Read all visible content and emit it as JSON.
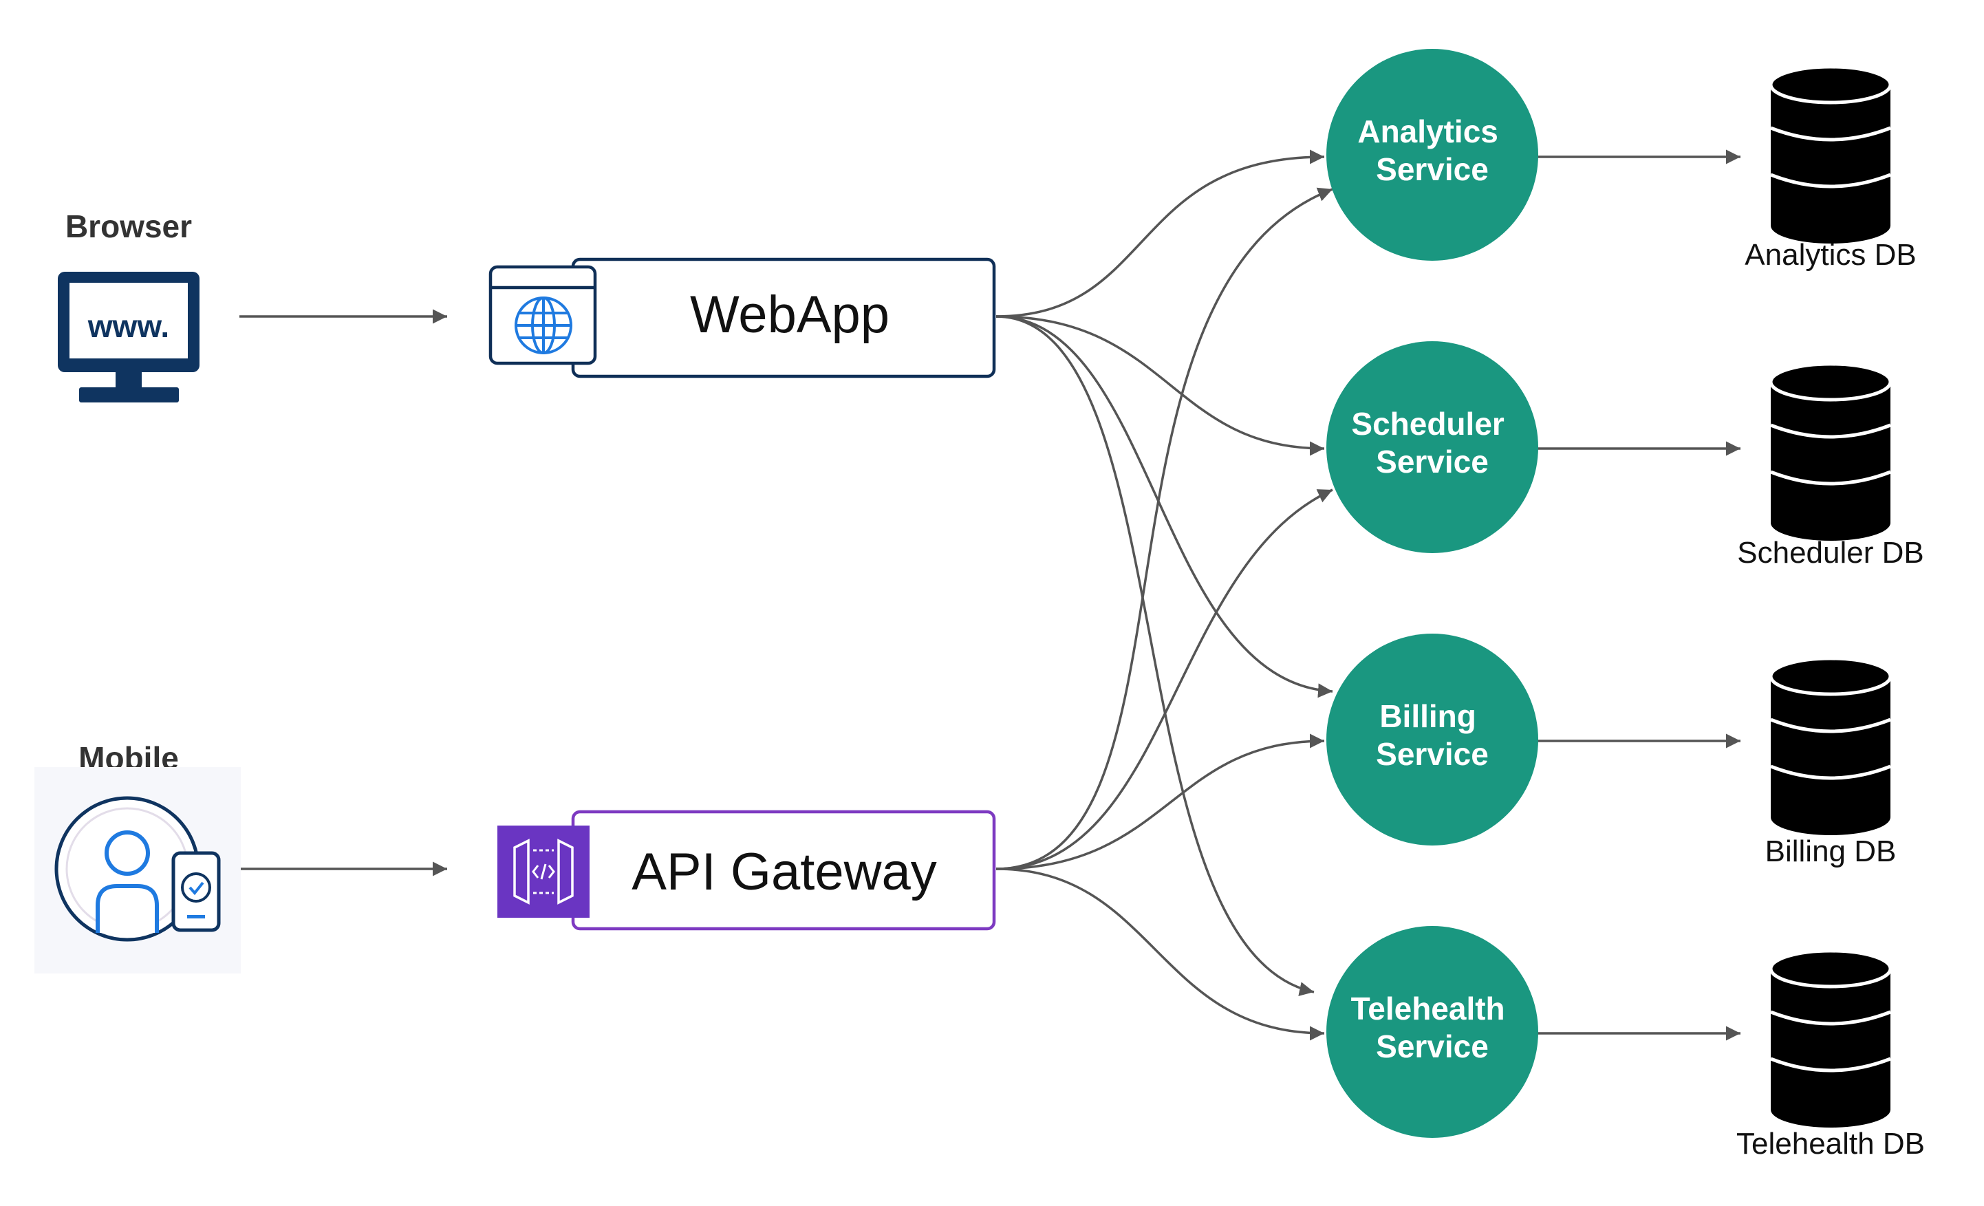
{
  "clients": {
    "browser": {
      "label": "Browser",
      "icon_text": "www.",
      "icon": "monitor-icon"
    },
    "mobile": {
      "label": "Mobile",
      "icon": "user-with-phone-icon"
    }
  },
  "entry_points": {
    "webapp": {
      "label": "WebApp",
      "icon": "globe-icon",
      "border_color": "#0f2f57"
    },
    "gateway": {
      "label": "API Gateway",
      "icon": "api-gateway-icon",
      "border_color": "#7d3ac1"
    }
  },
  "services": [
    {
      "id": "analytics",
      "line1": "Analytics",
      "line2": "Service",
      "db": "Analytics DB"
    },
    {
      "id": "scheduler",
      "line1": "Scheduler",
      "line2": "Service",
      "db": "Scheduler DB"
    },
    {
      "id": "billing",
      "line1": "Billing",
      "line2": "Service",
      "db": "Billing DB"
    },
    {
      "id": "telehealth",
      "line1": "Telehealth",
      "line2": "Service",
      "db": "Telehealth DB"
    }
  ],
  "colors": {
    "service_fill": "#1a9780",
    "arrow": "#555555",
    "icon_navy": "#0f3460",
    "icon_blue": "#1f7ae0",
    "gateway_purple": "#6a35c2"
  }
}
